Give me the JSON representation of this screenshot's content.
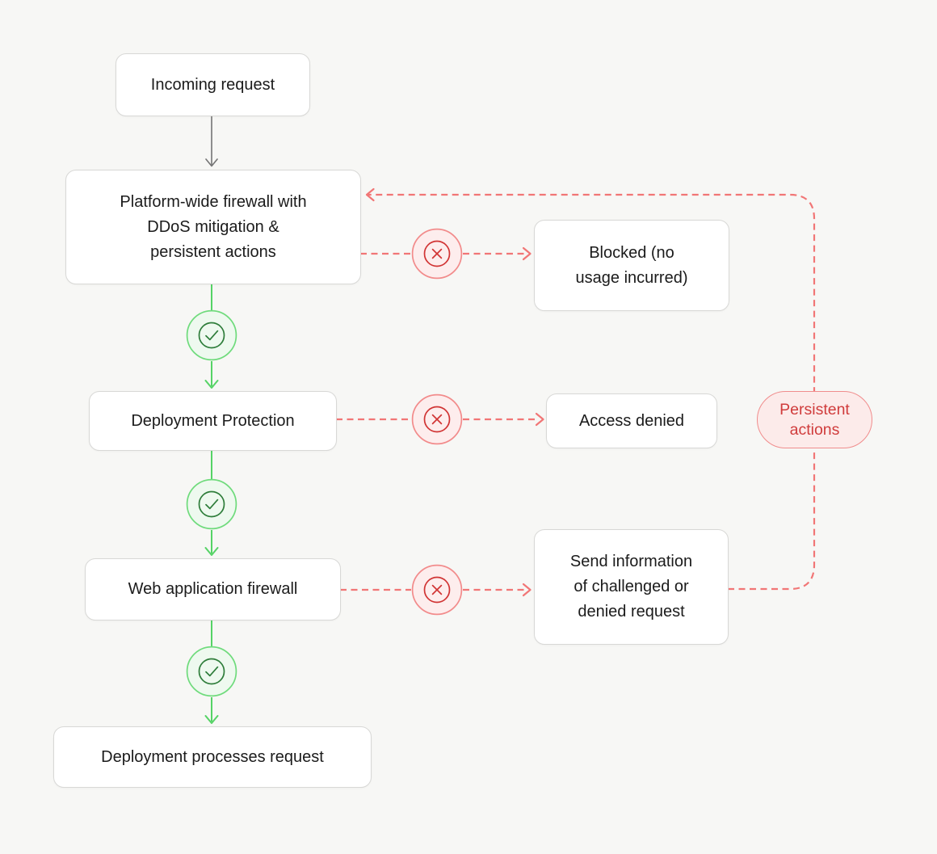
{
  "nodes": {
    "incoming": {
      "label": "Incoming request"
    },
    "firewall": {
      "label": "Platform-wide firewall with\nDDoS mitigation &\npersistent actions"
    },
    "blocked": {
      "label": "Blocked (no\nusage incurred)"
    },
    "deployment_protection": {
      "label": "Deployment Protection"
    },
    "access_denied": {
      "label": "Access denied"
    },
    "waf": {
      "label": "Web application firewall"
    },
    "send_info": {
      "label": "Send information\nof challenged or\ndenied request"
    },
    "deployment_processes": {
      "label": "Deployment processes request"
    },
    "persistent_actions": {
      "label": "Persistent\nactions"
    }
  },
  "icons": {
    "pass": "check-circle-icon",
    "fail": "x-circle-icon"
  },
  "colors": {
    "background": "#f7f7f5",
    "node_bg": "#ffffff",
    "node_border": "#d8d8d6",
    "node_text": "#1b1b1b",
    "gray_arrow": "#747474",
    "green_line": "#56d366",
    "green_circle_border": "#6fdb7c",
    "green_circle_bg": "#eef9ef",
    "green_inner": "#2e7d3a",
    "red_line": "#f17676",
    "red_circle_border": "#f28b8b",
    "red_circle_bg": "#fdeded",
    "red_inner": "#d13434",
    "pill_bg": "#fcebea",
    "pill_border": "#f08c8c",
    "pill_text": "#d03c3c"
  }
}
